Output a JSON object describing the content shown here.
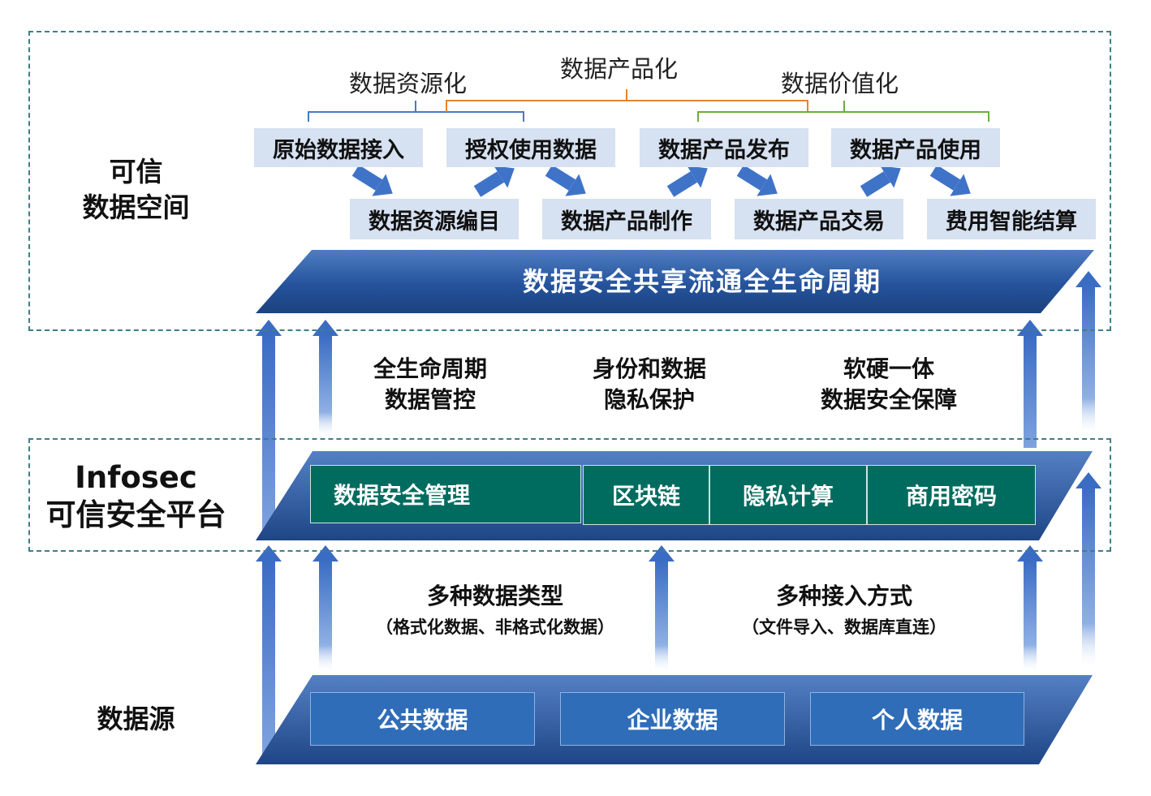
{
  "layers": {
    "top": {
      "label_line1": "可信",
      "label_line2": "数据空间"
    },
    "middle": {
      "label_line1": "Infosec",
      "label_line2": "可信安全平台"
    },
    "bottom": {
      "label": "数据源"
    }
  },
  "brackets": {
    "resource": "数据资源化",
    "product": "数据产品化",
    "value": "数据价值化"
  },
  "flow_steps_top": [
    "原始数据接入",
    "授权使用数据",
    "数据产品发布",
    "数据产品使用"
  ],
  "flow_steps_bottom": [
    "数据资源编目",
    "数据产品制作",
    "数据产品交易",
    "费用智能结算"
  ],
  "lifecycle_banner": "数据安全共享流通全生命周期",
  "capabilities": [
    {
      "line1": "全生命周期",
      "line2": "数据管控"
    },
    {
      "line1": "身份和数据",
      "line2": "隐私保护"
    },
    {
      "line1": "软硬一体",
      "line2": "数据安全保障"
    }
  ],
  "platform_modules": [
    "数据安全管理",
    "区块链",
    "隐私计算",
    "商用密码"
  ],
  "access_notes": [
    {
      "title": "多种数据类型",
      "sub": "（格式化数据、非格式化数据）"
    },
    {
      "title": "多种接入方式",
      "sub": "（文件导入、数据库直连）"
    }
  ],
  "data_sources": [
    "公共数据",
    "企业数据",
    "个人数据"
  ],
  "colors": {
    "dash_border": "#3d7f86",
    "banner_blue": "#1f4e96",
    "platform_green": "#006c5f",
    "source_blue": "#2f6db8",
    "step_bg": "#d6e1f1",
    "arrow_blue": "#3f73c8",
    "bracket_resource": "#4a78c4",
    "bracket_product": "#e8832a",
    "bracket_value": "#6aae3c"
  }
}
